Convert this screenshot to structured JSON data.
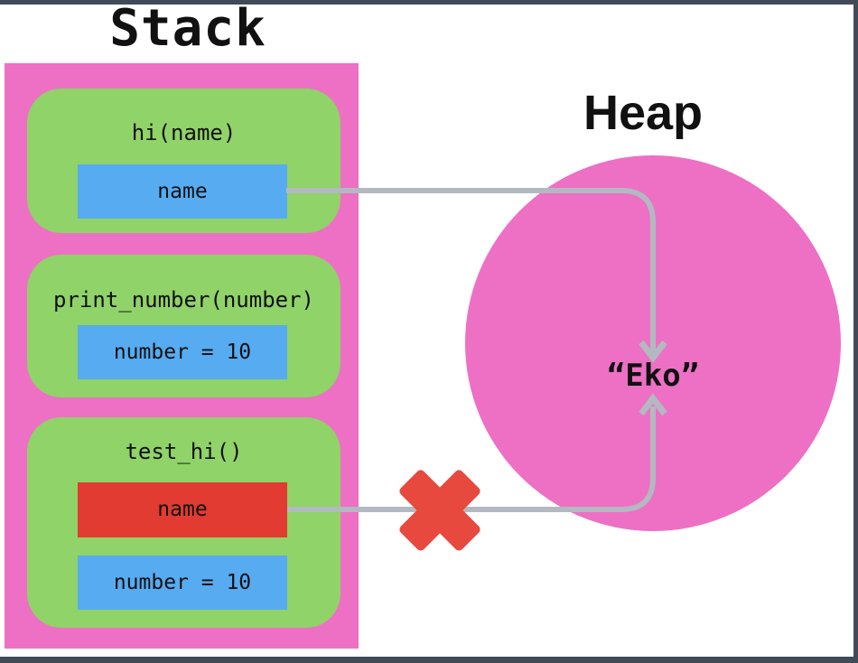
{
  "colors": {
    "bg": "#ffffff",
    "frame": "#414b58",
    "pink": "#ed70c4",
    "green": "#90d368",
    "blue": "#57abf0",
    "red_box": "#e23b31",
    "red_x": "#e8493e",
    "line": "#b3b9c0",
    "text": "#111111"
  },
  "stack": {
    "title": "Stack",
    "frames": [
      {
        "title": "hi(name)",
        "vars": [
          {
            "label": "name",
            "kind": "live-reference"
          }
        ]
      },
      {
        "title": "print_number(number)",
        "vars": [
          {
            "label": "number = 10",
            "kind": "value"
          }
        ]
      },
      {
        "title": "test_hi()",
        "vars": [
          {
            "label": "name",
            "kind": "dead-reference"
          },
          {
            "label": "number = 10",
            "kind": "value"
          }
        ]
      }
    ]
  },
  "heap": {
    "title": "Heap",
    "object_label": "“Eko”"
  },
  "icons": {
    "broken_reference": "x-cross-icon",
    "live_reference": "arrow-down-icon",
    "dead_reference": "arrow-up-icon"
  }
}
